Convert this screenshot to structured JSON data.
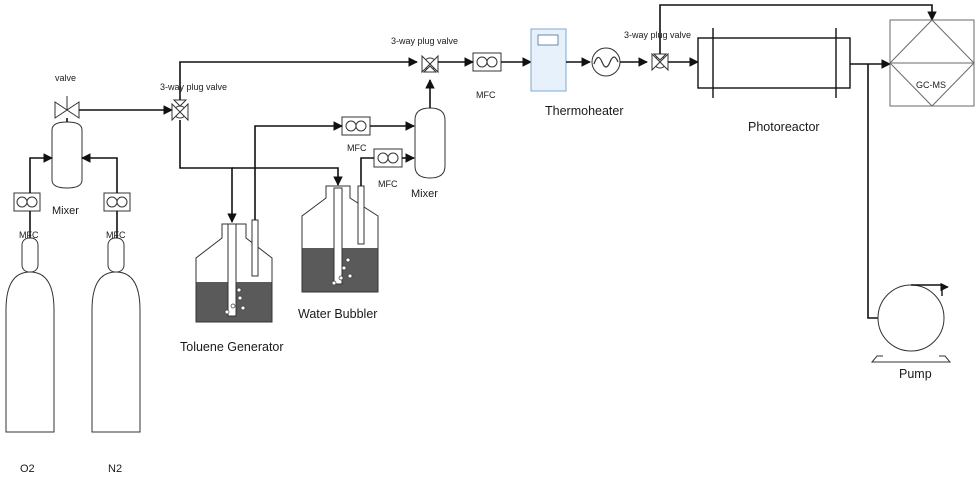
{
  "labels": {
    "valve": "valve",
    "plug_valve_left": "3-way plug valve",
    "plug_valve_top": "3-way plug valve",
    "plug_valve_right": "3-way plug valve",
    "mixer_left": "Mixer",
    "mixer_right": "Mixer",
    "mfc_o2": "MFC",
    "mfc_n2": "MFC",
    "mfc_top": "MFC",
    "mfc_toluene": "MFC",
    "mfc_water": "MFC",
    "toluene_generator": "Toluene Generator",
    "water_bubbler": "Water Bubbler",
    "thermoheater": "Thermoheater",
    "photoreactor": "Photoreactor",
    "gcms": "GC-MS",
    "pump": "Pump",
    "cylinder_o2": "O2",
    "cylinder_n2": "N2"
  },
  "colors": {
    "line": "#111111",
    "liquid": "#5a5a5a",
    "thermoheater_fill": "#e6f1fb",
    "thermoheater_stroke": "#7fa9cf",
    "gcms_stroke": "#6a6a6a"
  }
}
